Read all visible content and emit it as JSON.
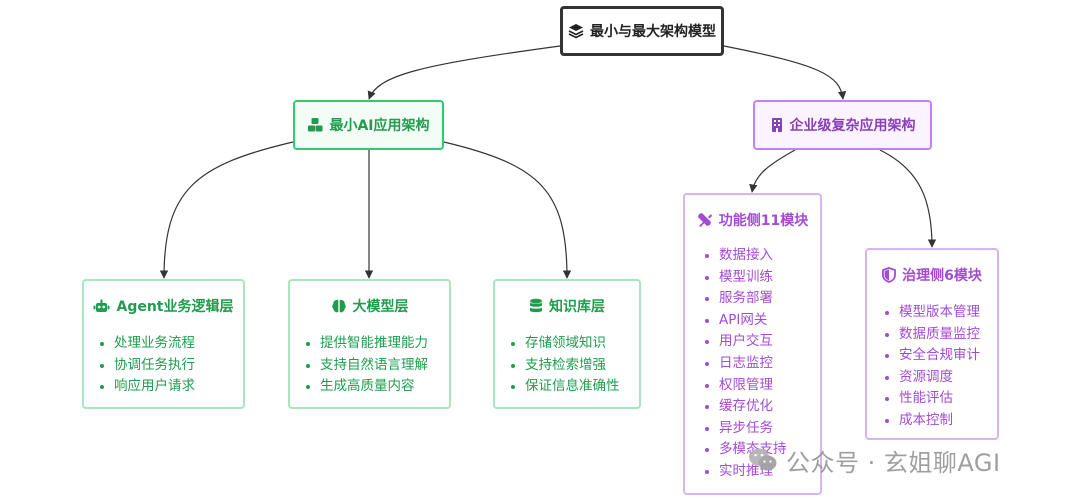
{
  "diagram": {
    "root": {
      "title": "最小与最大架构模型",
      "icon": "layers-icon"
    },
    "minimal": {
      "title": "最小AI应用架构",
      "icon": "cubes-icon",
      "children": [
        {
          "title": "Agent业务逻辑层",
          "icon": "robot-icon",
          "items": [
            "处理业务流程",
            "协调任务执行",
            "响应用户请求"
          ]
        },
        {
          "title": "大模型层",
          "icon": "brain-icon",
          "items": [
            "提供智能推理能力",
            "支持自然语言理解",
            "生成高质量内容"
          ]
        },
        {
          "title": "知识库层",
          "icon": "database-icon",
          "items": [
            "存储领域知识",
            "支持检索增强",
            "保证信息准确性"
          ]
        }
      ]
    },
    "enterprise": {
      "title": "企业级复杂应用架构",
      "icon": "building-icon",
      "children": [
        {
          "title": "功能侧11模块",
          "icon": "tools-icon",
          "items": [
            "数据接入",
            "模型训练",
            "服务部署",
            "API网关",
            "用户交互",
            "日志监控",
            "权限管理",
            "缓存优化",
            "异步任务",
            "多模态支持",
            "实时推理"
          ]
        },
        {
          "title": "治理侧6模块",
          "icon": "shield-icon",
          "items": [
            "模型版本管理",
            "数据质量监控",
            "安全合规审计",
            "资源调度",
            "性能评估",
            "成本控制"
          ]
        }
      ]
    }
  },
  "watermark": {
    "text": "公众号 · 玄姐聊AGI",
    "icon": "wechat-icon"
  },
  "colors": {
    "root_border": "#333333",
    "minimal_border": "#2ecc71",
    "minimal_text": "#1f9d4d",
    "enterprise_border": "#c77dff",
    "enterprise_text": "#a44bd6",
    "edge": "#333333",
    "watermark": "#9a9a9a"
  }
}
